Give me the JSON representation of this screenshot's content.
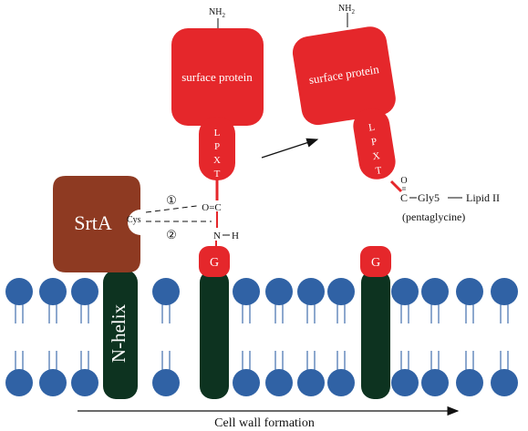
{
  "labels": {
    "amine_left": "NH",
    "amine_left_sub": "2",
    "amine_right": "NH",
    "amine_right_sub": "2",
    "protein_left": "surface protein",
    "protein_right": "surface protein",
    "lpxt_left": [
      "L",
      "P",
      "X",
      "T"
    ],
    "lpxt_right": [
      "L",
      "P",
      "X",
      "T"
    ],
    "enzyme": "SrtA",
    "cys": "Cys",
    "step1": "①",
    "step2": "②",
    "carbonyl": "O=C",
    "amide_n": "N",
    "amide_h": "H",
    "glycine_left": "G",
    "glycine_right": "G",
    "nhelix": "N-helix",
    "ester_o": "O",
    "ester_dbl": "II",
    "ester_c": "C",
    "gly5": "Gly5",
    "lipid": "Lipid II",
    "pentaglycine": "(pentaglycine)",
    "bottom": "Cell wall formation"
  },
  "colors": {
    "protein": "#e5272b",
    "enzyme": "#8e3a22",
    "anchor": "#0d3320",
    "lipid_head": "#3062a5",
    "tail": "#3062a5",
    "text_dark": "#111111",
    "text_light": "#ffffff"
  }
}
